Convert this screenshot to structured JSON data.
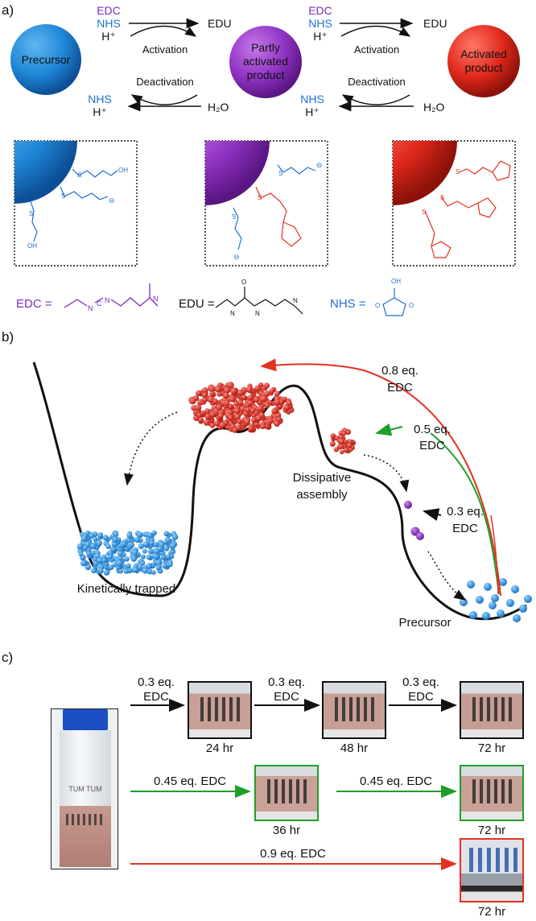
{
  "panels": {
    "a": "a)",
    "b": "b)",
    "c": "c)"
  },
  "reaction": {
    "reagent_edc": "EDC",
    "reagent_nhs": "NHS",
    "reagent_h": "H⁺",
    "byproduct_edu": "EDU",
    "water": "H₂O",
    "activation": "Activation",
    "deactivation": "Deactivation",
    "precursor": "Precursor",
    "partly_line1": "Partly",
    "partly_line2": "activated",
    "partly_line3": "product",
    "activated_line1": "Activated",
    "activated_line2": "product",
    "struct_s": "S",
    "struct_oh": "OH",
    "struct_o": "O",
    "struct_n": "N",
    "struct_c": "C",
    "struct_h": "H",
    "struct_charge": "⊖"
  },
  "definitions": {
    "edc": "EDC =",
    "edu": "EDU =",
    "nhs": "NHS ="
  },
  "landscape": {
    "eq08_line1": "0.8 eq.",
    "eq08_line2": "EDC",
    "eq05_line1": "0.5 eq.",
    "eq05_line2": "EDC",
    "eq03_line1": "0.3 eq.",
    "eq03_line2": "EDC",
    "dissipative_line1": "Dissipative",
    "dissipative_line2": "assembly",
    "kinetically_trapped": "Kinetically trapped",
    "precursor": "Precursor"
  },
  "timeline": {
    "row1_step": [
      "0.3 eq.",
      "EDC"
    ],
    "row1_times": [
      "24 hr",
      "48 hr",
      "72 hr"
    ],
    "row2_step": "0.45 eq. EDC",
    "row2_times": [
      "36 hr",
      "72 hr"
    ],
    "row3_step": "0.9 eq. EDC",
    "row3_time": "72 hr",
    "vial_text": "TUM TUM"
  },
  "colors": {
    "blue": "#1f6fd1",
    "purple": "#8a2bb5",
    "red": "#e23222",
    "green": "#1f9e2a",
    "black": "#111111"
  }
}
